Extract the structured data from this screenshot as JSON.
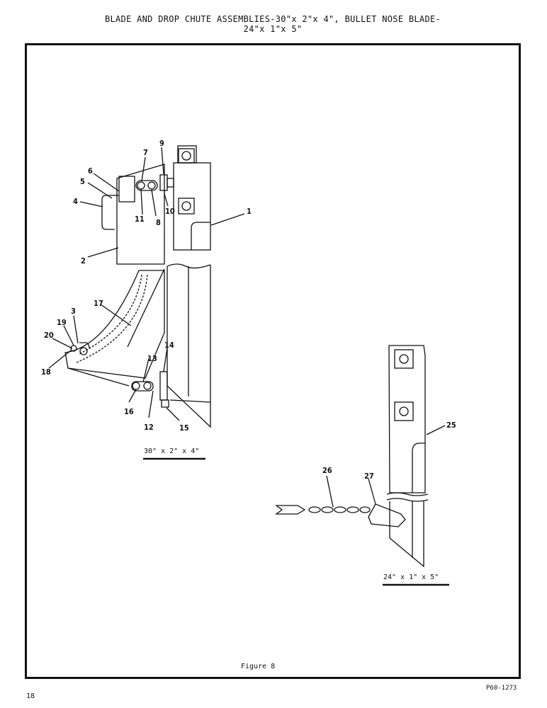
{
  "header": {
    "title_line1": "BLADE AND DROP CHUTE ASSEMBLIES-30\"x 2\"x 4\", BULLET NOSE BLADE-",
    "title_line2": "24\"x 1\"x 5\""
  },
  "figure": {
    "caption": "Figure 8",
    "left_assembly_label": "30\" x 2\" x 4\"",
    "right_assembly_label": "24\" x 1\" x 5\"",
    "callouts": [
      "1",
      "2",
      "3",
      "4",
      "5",
      "6",
      "7",
      "8",
      "9",
      "10",
      "11",
      "12",
      "13",
      "14",
      "15",
      "16",
      "17",
      "18",
      "19",
      "20",
      "25",
      "26",
      "27"
    ]
  },
  "footer": {
    "page_number": "18",
    "document_code": "P60-1273"
  }
}
